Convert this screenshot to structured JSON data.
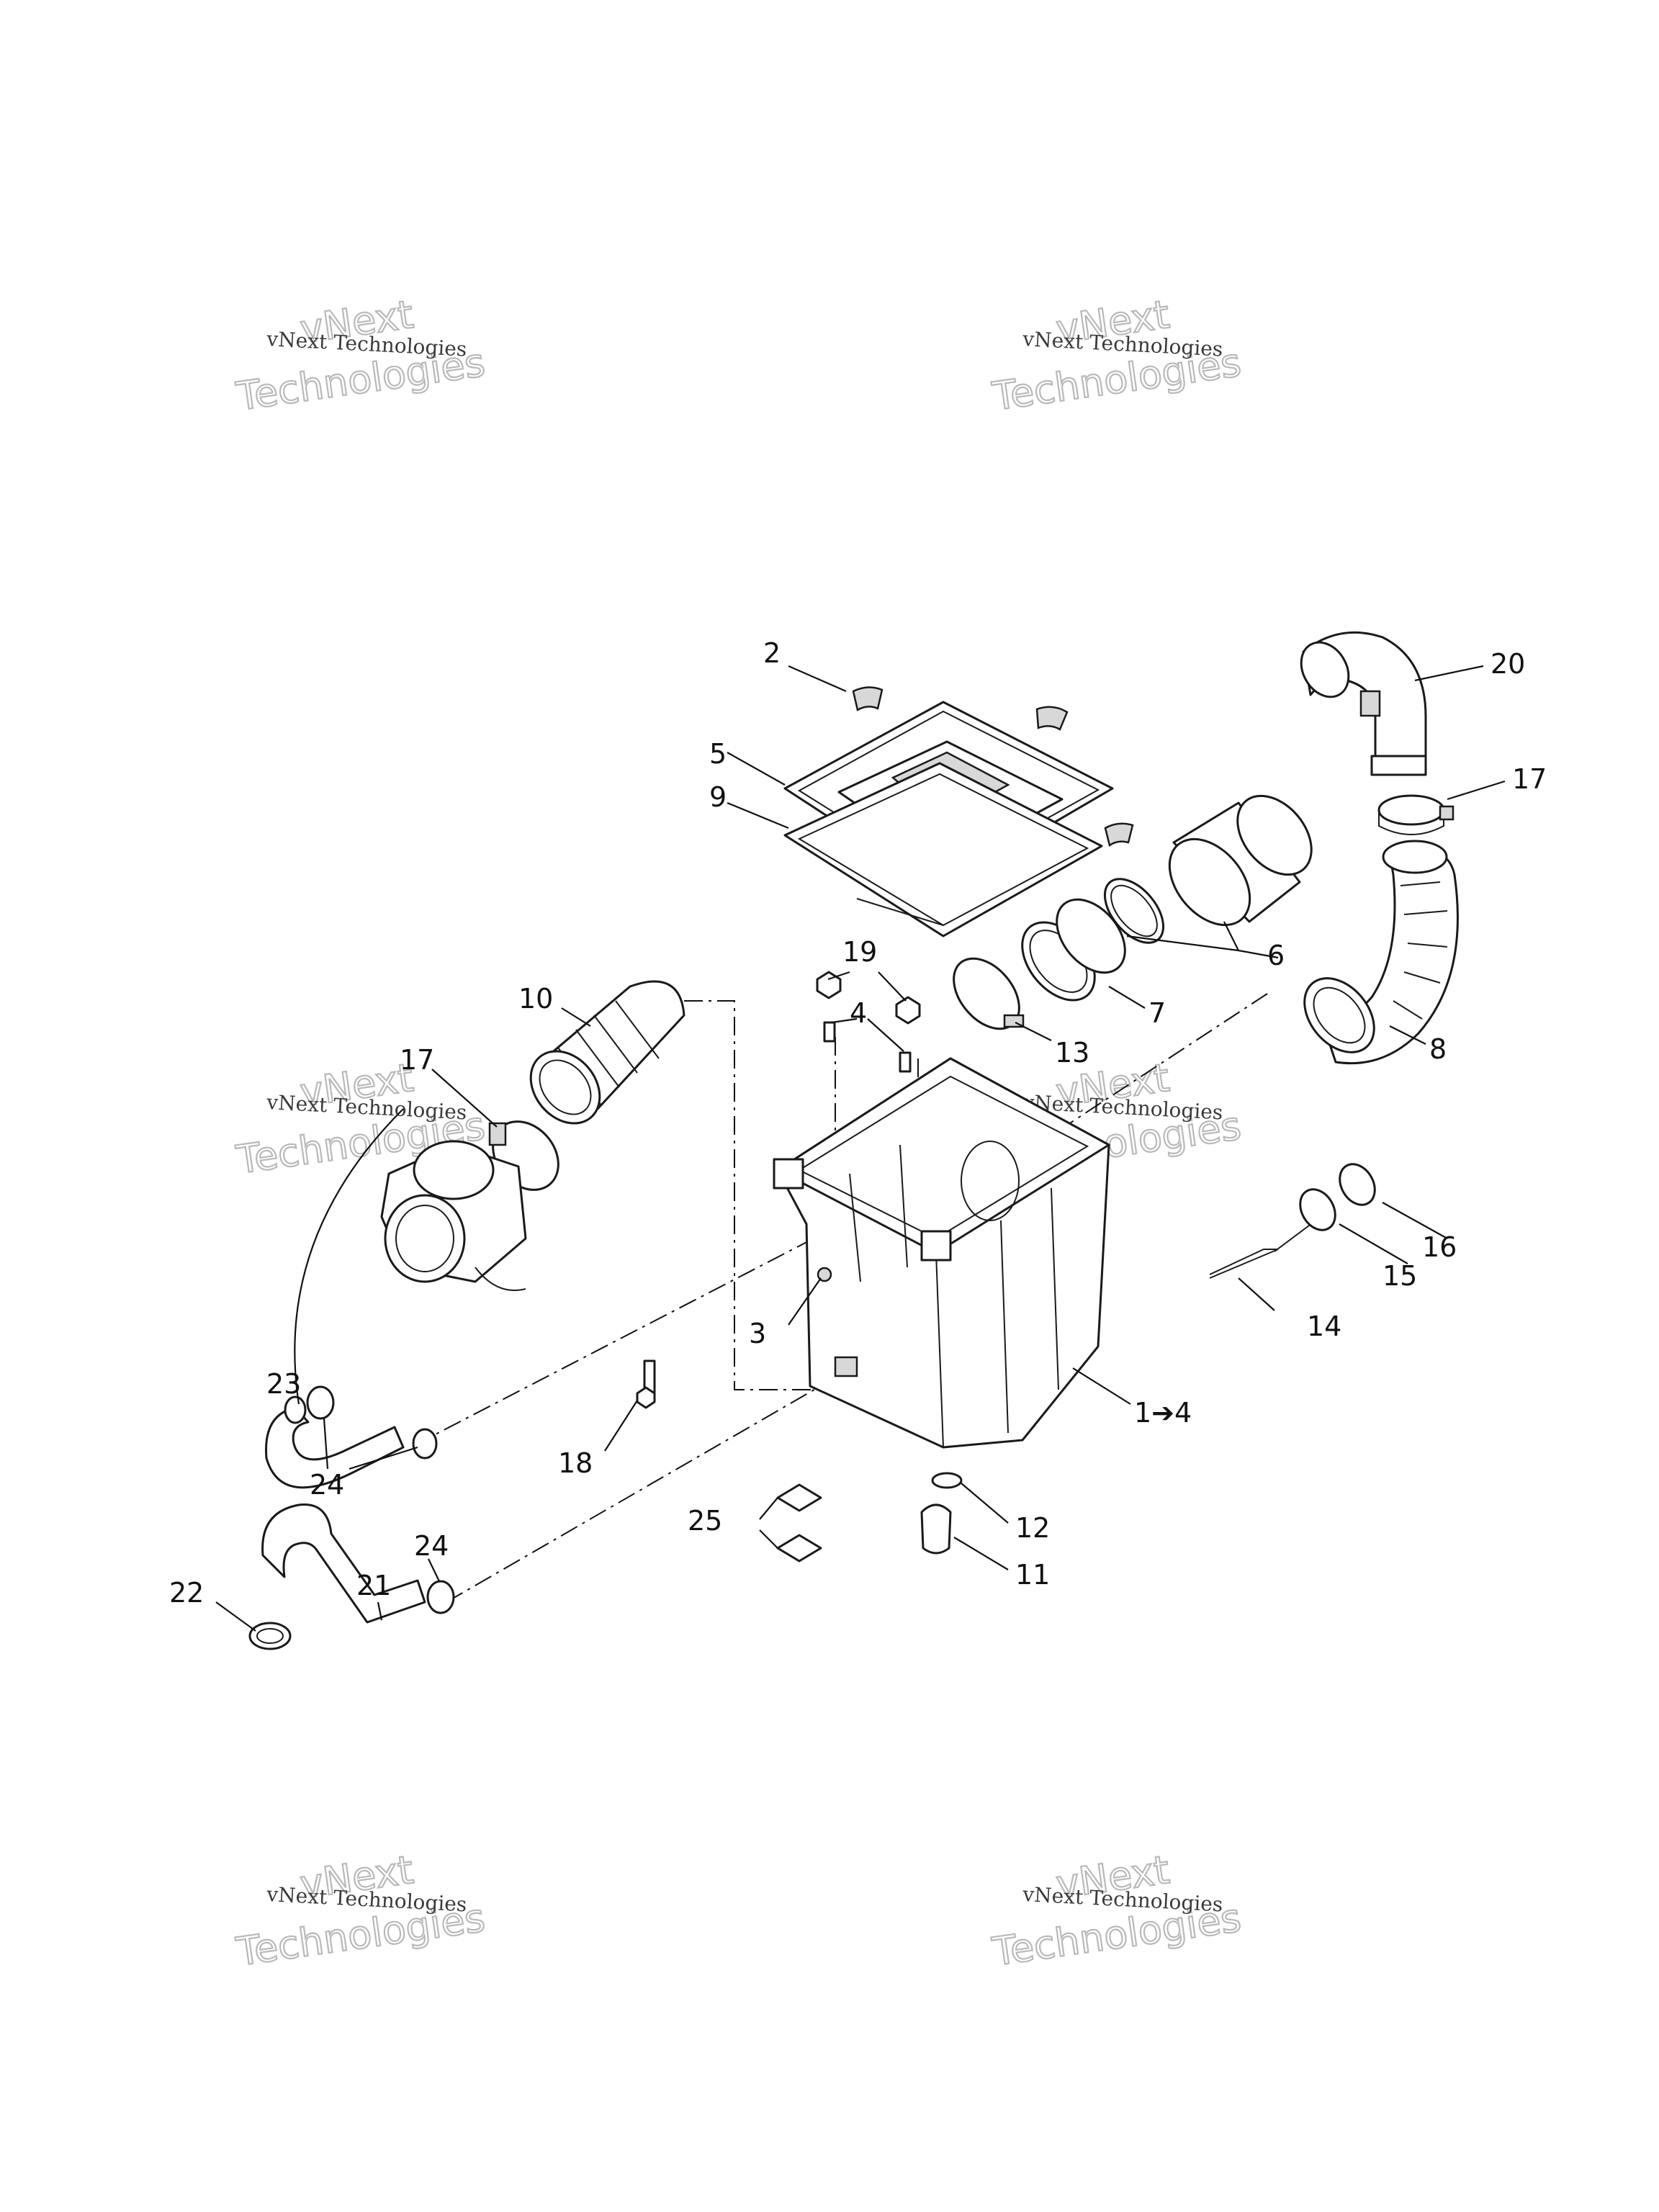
{
  "callouts": {
    "c1": "1➔4",
    "c2": "2",
    "c3": "3",
    "c4": "4",
    "c5": "5",
    "c6": "6",
    "c7": "7",
    "c8": "8",
    "c9": "9",
    "c10": "10",
    "c11": "11",
    "c12": "12",
    "c13": "13",
    "c14": "14",
    "c15": "15",
    "c16": "16",
    "c17a": "17",
    "c17b": "17",
    "c18": "18",
    "c19": "19",
    "c20": "20",
    "c21": "21",
    "c22": "22",
    "c23": "23",
    "c24a": "24",
    "c24b": "24",
    "c25": "25"
  },
  "watermark": {
    "line_small": "vNext Technologies",
    "line_large_1": "vNext",
    "line_large_2": "Technologies"
  }
}
